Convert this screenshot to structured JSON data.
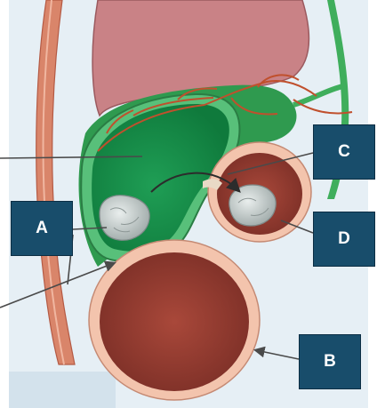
{
  "labels": {
    "a": "A",
    "b": "B",
    "c": "C",
    "d": "D"
  },
  "colors": {
    "label_box": "#184d6b",
    "background_panel": "#dde9f2",
    "liver": "#c97f83",
    "gallbladder_wall": "#2f9a4f",
    "gallbladder_lumen": "#25aa58",
    "bowel_wall": "#f0b9a0",
    "bowel_lumen": "#8e3a30",
    "abdominal_wall": "#d88566",
    "gallstone": "#c9d0cf",
    "vessel": "#c0502d"
  },
  "icons": {
    "gallstone": "gallstone-icon",
    "arrow": "curved-arrow-icon"
  }
}
